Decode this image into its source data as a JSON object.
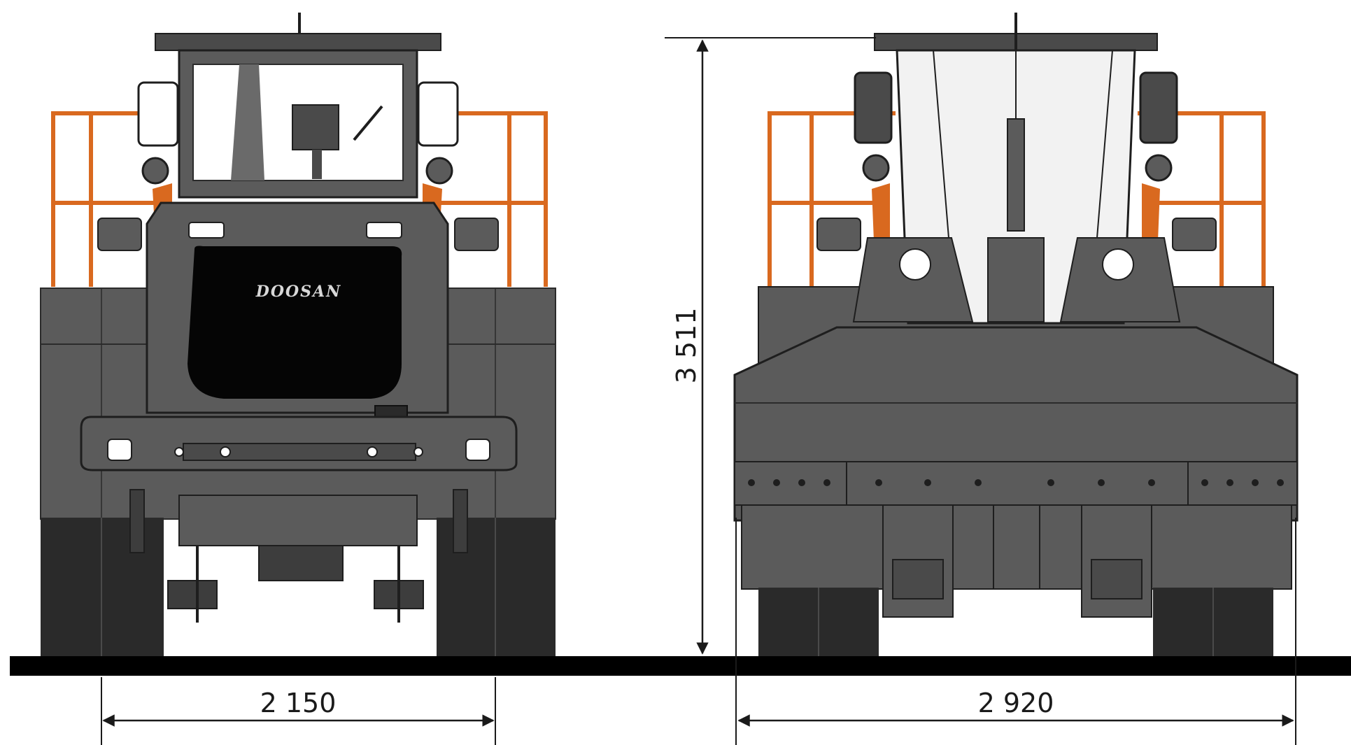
{
  "drawing": {
    "front_view": {
      "brand": "DOOSAN"
    },
    "rear_view": {},
    "dimensions": {
      "front_track_width": "2 150",
      "overall_width": "2 920",
      "overall_height": "3 511"
    }
  },
  "colors": {
    "body": "#5b5b5b",
    "body_dark": "#3d3d3d",
    "tire": "#2a2a2a",
    "accent_orange": "#d9691f",
    "grille": "#050505",
    "ground": "#000000",
    "line": "#1a1a1a"
  }
}
